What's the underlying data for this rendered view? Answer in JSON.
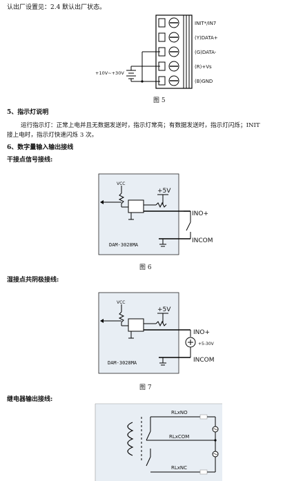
{
  "doc": {
    "line_top": "认出厂设置见：2.4 默认出厂状态。",
    "fig5": {
      "pins": [
        "INIT*/IN7",
        "(Y)DATA+",
        "(G)DATA-",
        "(R)+Vs",
        "(B)GND"
      ],
      "voltage": "+10V~+30V",
      "caption": "图 5"
    },
    "section5_title": "5、指示灯说明",
    "section5_body1": "运行指示灯：正常上电并且无数据发送时，指示灯常亮；有数据发送时，指示灯闪烁；INIT",
    "section5_body2": "接上电时，指示灯快速闪烁 3 次。",
    "section6_title": "6、数字量输入输出接线",
    "dry_title": "干接点信号接线:",
    "fig6": {
      "vcc": "VCC",
      "plus5v": "+5V",
      "in0": "INO+",
      "incom": "INCOM",
      "model": "DAM-3028MA",
      "caption": "图 6"
    },
    "wet_title": "湿接点共阴极接线:",
    "fig7": {
      "vcc": "VCC",
      "plus5v": "+5V",
      "in0": "INO+",
      "range": "+5-30V",
      "incom": "INCOM",
      "model": "DAM-3028MA",
      "caption": "图 7"
    },
    "relay_title": "继电器输出接线:",
    "fig8": {
      "no": "RLxNO",
      "com": "RLxCOM",
      "nc": "RLxNC"
    }
  }
}
